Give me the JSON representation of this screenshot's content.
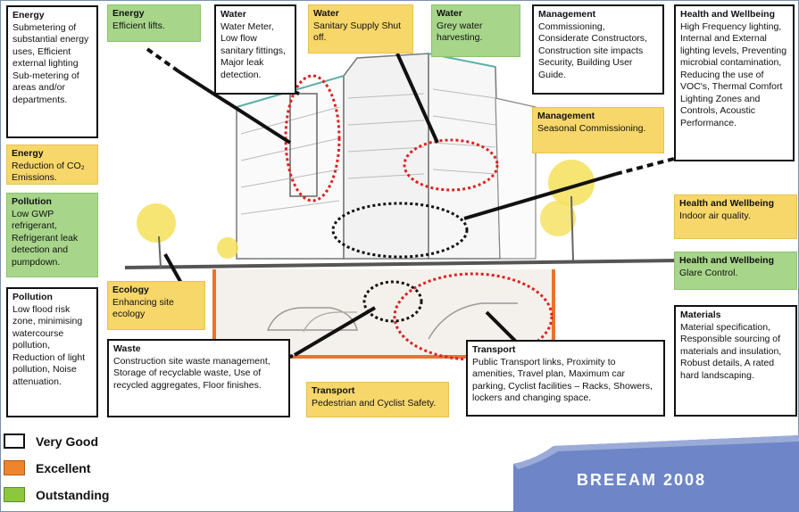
{
  "boxes": {
    "energy_submeter": {
      "title": "Energy",
      "text": "Submetering of substantial energy uses, Efficient external lighting Sub-metering of areas and/or departments."
    },
    "energy_lifts": {
      "title": "Energy",
      "text": "Efficient lifts."
    },
    "water_meter": {
      "title": "Water",
      "text": "Water Meter, Low flow sanitary fittings, Major leak detection."
    },
    "water_sanitary": {
      "title": "Water",
      "text": "Sanitary Supply Shut off."
    },
    "water_grey": {
      "title": "Water",
      "text": "Grey water harvesting."
    },
    "management_commissioning": {
      "title": "Management",
      "text": "Commissioning, Considerate Constructors, Construction site impacts Security, Building User Guide."
    },
    "health_lighting": {
      "title": "Health and Wellbeing",
      "text": "High Frequency lighting, Internal and External lighting levels, Preventing microbial contamination, Reducing the use of VOC's, Thermal Comfort Lighting Zones and Controls, Acoustic Performance."
    },
    "management_seasonal": {
      "title": "Management",
      "text": "Seasonal Commissioning."
    },
    "energy_co2": {
      "title": "Energy",
      "text": "Reduction of CO₂ Emissions."
    },
    "pollution_gwp": {
      "title": "Pollution",
      "text": "Low GWP refrigerant, Refrigerant leak detection and pumpdown."
    },
    "health_air": {
      "title": "Health and Wellbeing",
      "text": "Indoor air quality."
    },
    "health_glare": {
      "title": "Health and Wellbeing",
      "text": "Glare Control."
    },
    "pollution_flood": {
      "title": "Pollution",
      "text": "Low flood risk zone, minimising watercourse pollution, Reduction of light pollution, Noise attenuation."
    },
    "ecology": {
      "title": "Ecology",
      "text": "Enhancing site ecology"
    },
    "waste": {
      "title": "Waste",
      "text": "Construction site waste management, Storage of recyclable waste, Use of recycled aggregates, Floor finishes."
    },
    "transport_public": {
      "title": "Transport",
      "text": "Public Transport links, Proximity to amenities, Travel plan, Maximum car parking, Cyclist facilities – Racks, Showers, lockers and changing space."
    },
    "transport_pedestrian": {
      "title": "Transport",
      "text": "Pedestrian and Cyclist Safety."
    },
    "materials": {
      "title": "Materials",
      "text": "Material specification, Responsible sourcing of materials and insulation, Robust details, A rated hard landscaping."
    }
  },
  "legend": [
    {
      "label": "Very Good",
      "color": "#ffffff"
    },
    {
      "label": "Excellent",
      "color": "#f0842c"
    },
    {
      "label": "Outstanding",
      "color": "#8dc63f"
    }
  ],
  "banner": {
    "text": "BREEAM 2008",
    "color": "#6e86c8"
  },
  "colors": {
    "very_good": "#ffffff",
    "excellent": "#f7d66a",
    "outstanding": "#a7d58a"
  }
}
